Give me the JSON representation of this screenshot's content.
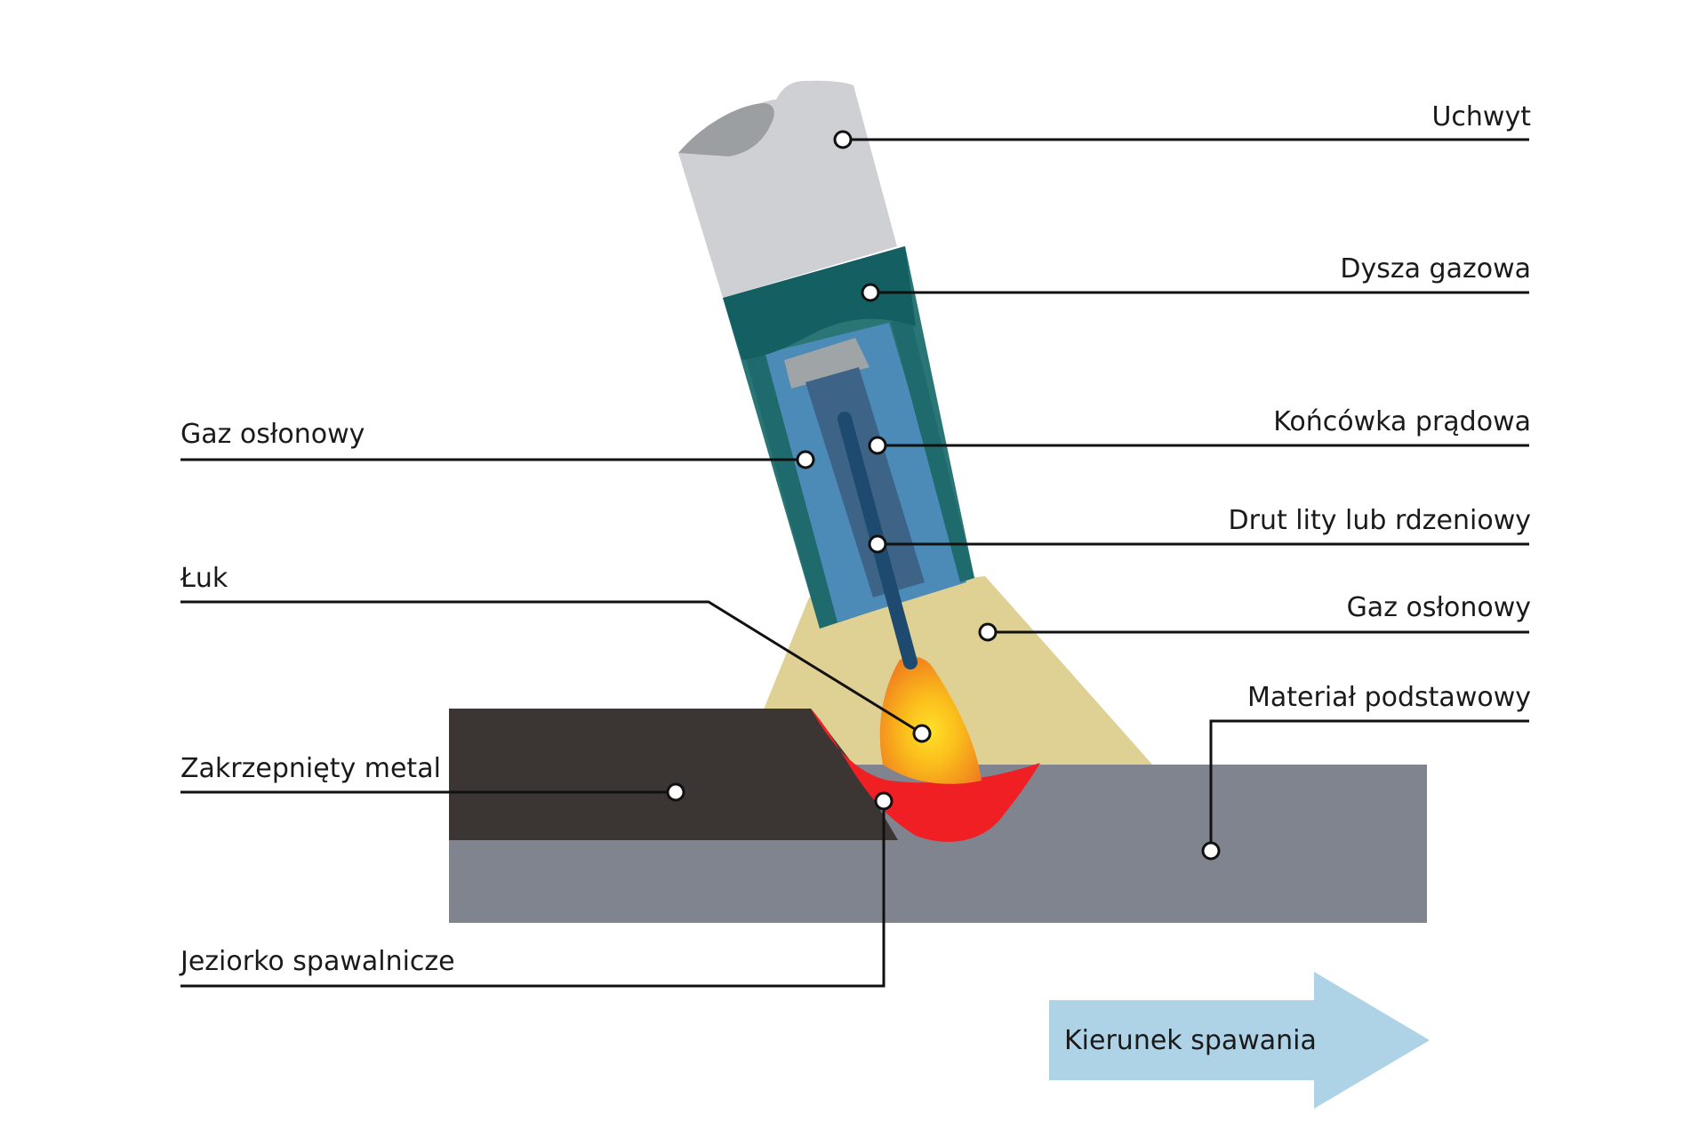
{
  "labels": {
    "handle": "Uchwyt",
    "gas_nozzle": "Dysza gazowa",
    "contact_tip": "Końcówka prądowa",
    "wire": "Drut lity lub rdzeniowy",
    "shielding_gas_right": "Gaz osłonowy",
    "base_material": "Materiał podstawowy",
    "shielding_gas_left": "Gaz osłonowy",
    "arc": "Łuk",
    "solidified_metal": "Zakrzepnięty metal",
    "weld_pool": "Jeziorko spawalnicze"
  },
  "direction_arrow": {
    "label": "Kierunek spawania"
  },
  "colors": {
    "handle": "#cfd0d4",
    "handle_shade": "#9b9fa1",
    "nozzle": "#135f62",
    "nozzle_inner": "#2a7677",
    "gas_inside": "#4c8bb7",
    "contact_tip": "#3d6386",
    "tip_top": "#9fa4a6",
    "wire": "#1d4a6e",
    "gas_cone": "#dfd093",
    "solid_metal": "#3b3533",
    "base_plate": "#80848e",
    "weld_pool": "#ef1f24",
    "arc_outer": "#f39a1e",
    "arc_inner": "#ffd21f",
    "arrow": "#aed3e6"
  }
}
